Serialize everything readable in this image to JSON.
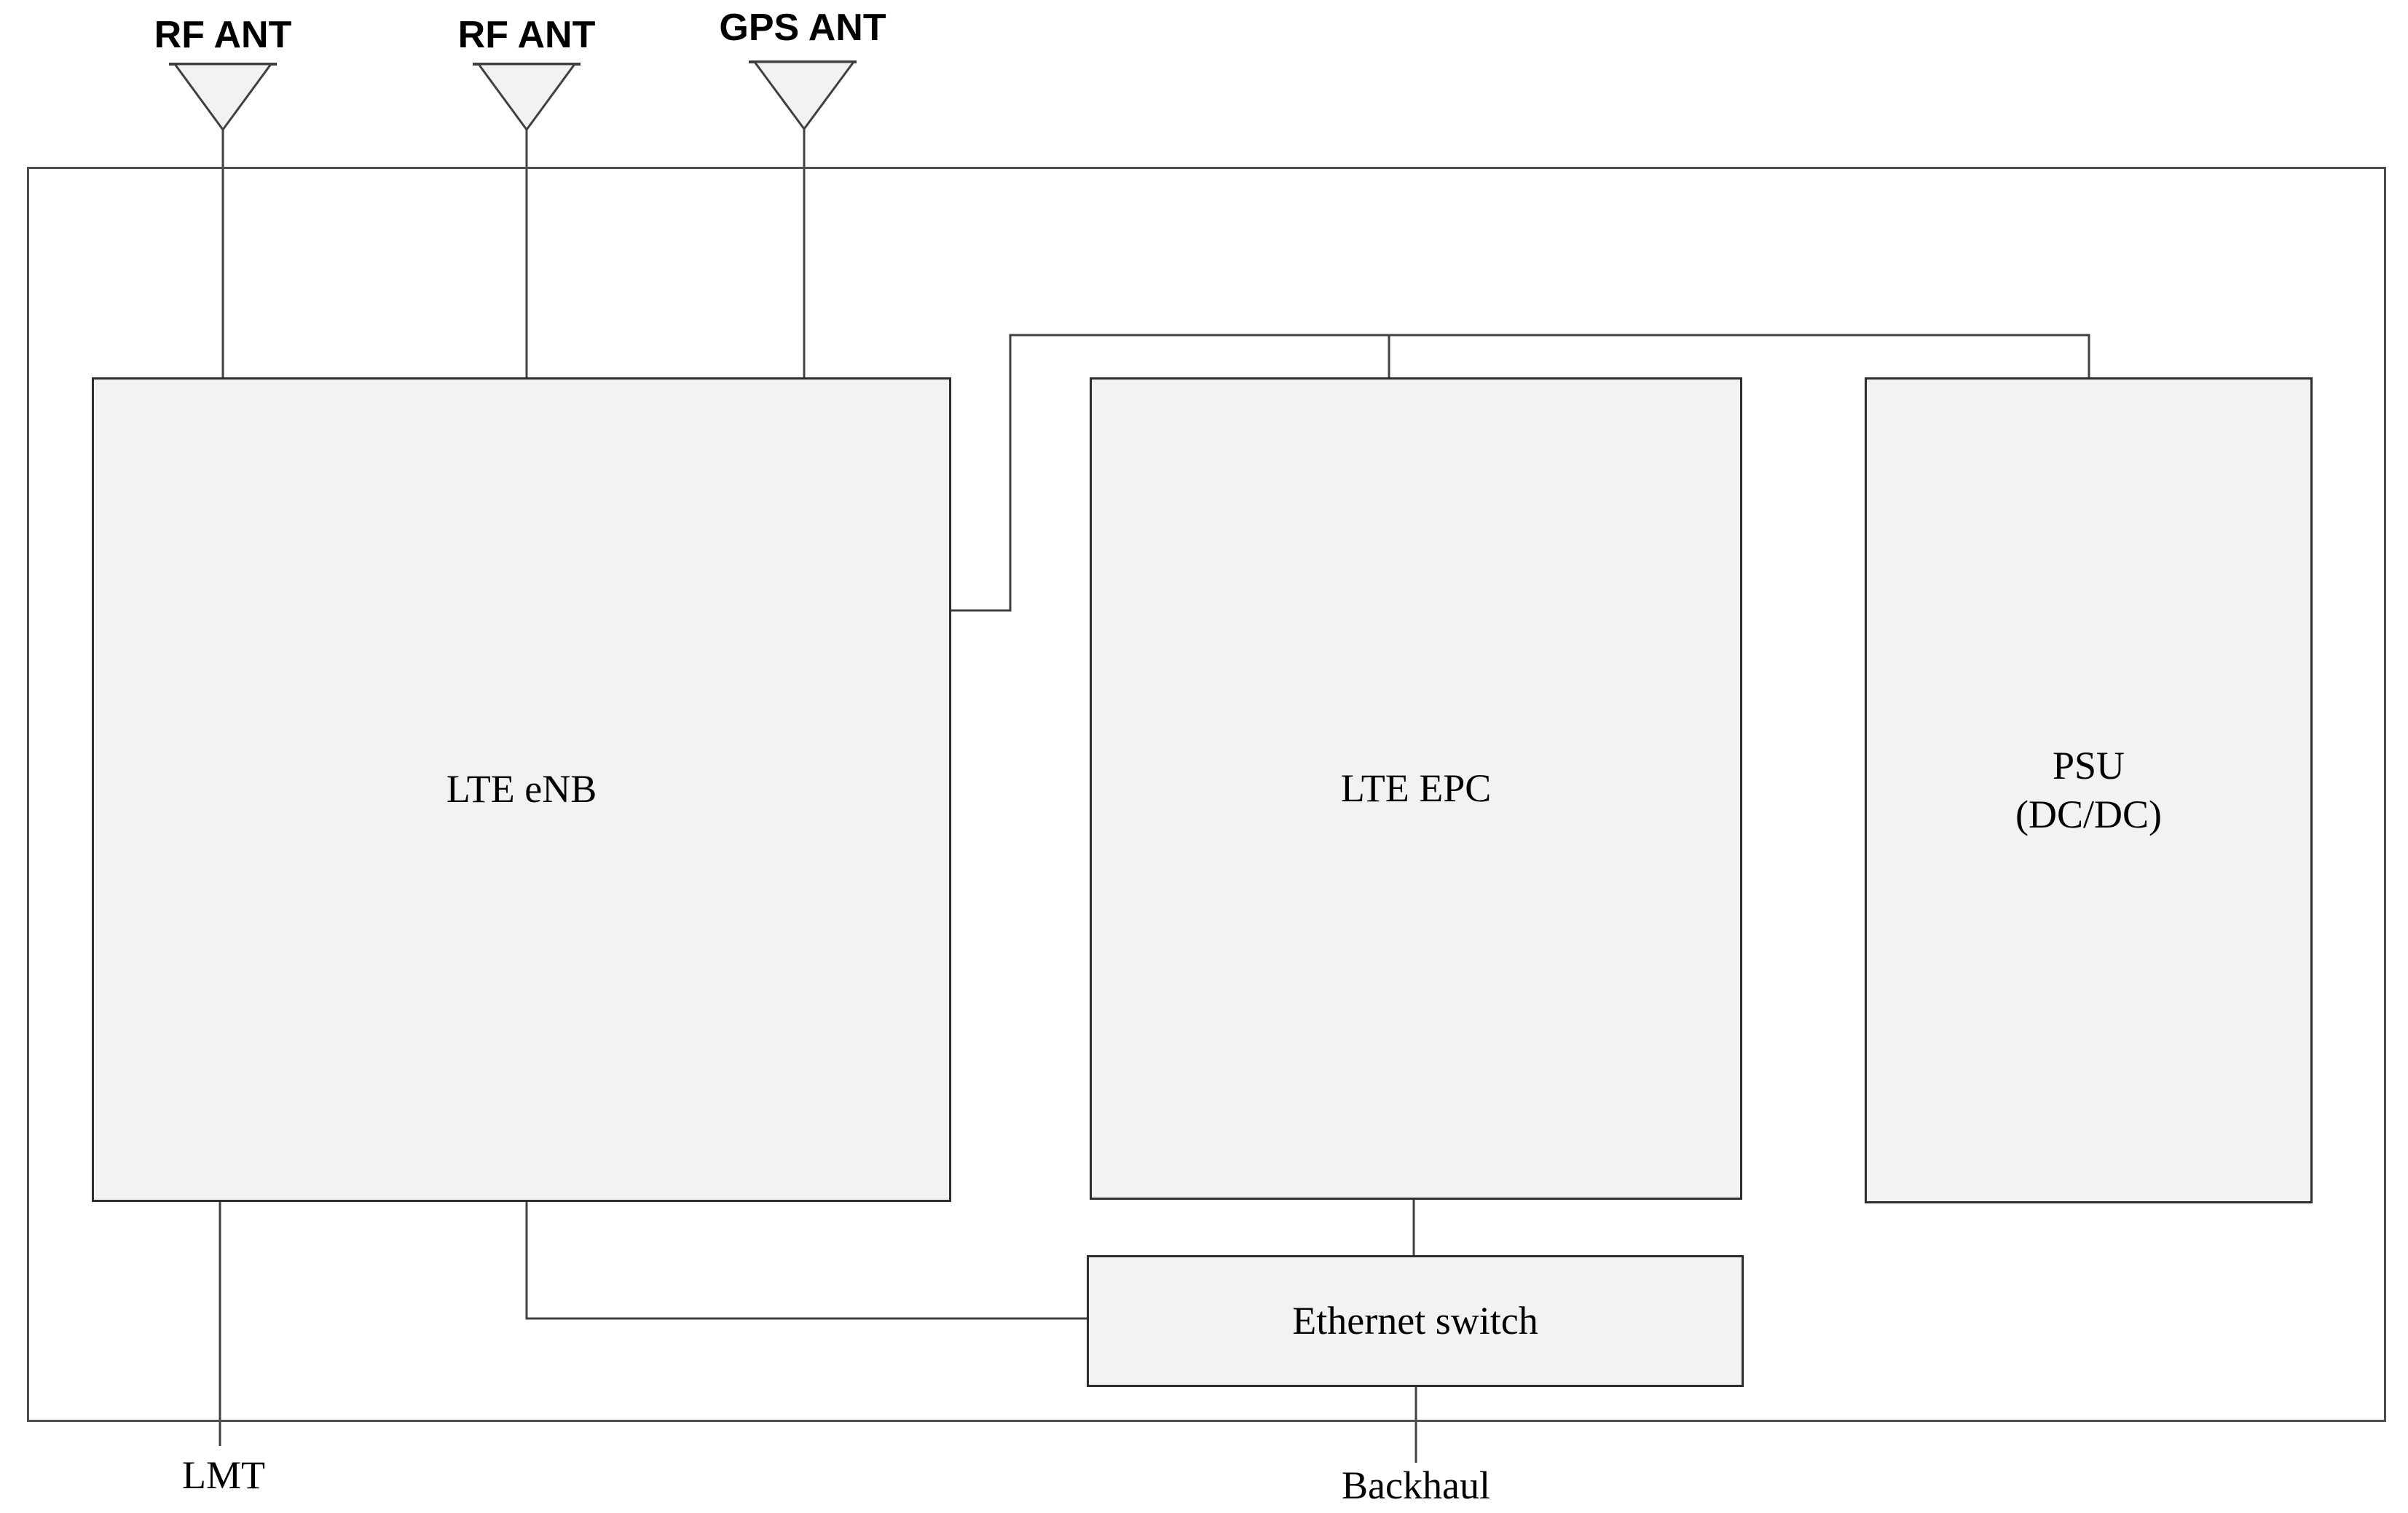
{
  "diagram": {
    "antennas": [
      {
        "label": "RF ANT"
      },
      {
        "label": "RF ANT"
      },
      {
        "label": "GPS ANT"
      }
    ],
    "blocks": {
      "lte_enb": {
        "label": "LTE eNB"
      },
      "lte_epc": {
        "label": "LTE EPC"
      },
      "psu": {
        "label_line1": "PSU",
        "label_line2": "(DC/DC)"
      },
      "ethernet_switch": {
        "label": "Ethernet switch"
      }
    },
    "ports": {
      "lmt": {
        "label": "LMT"
      },
      "backhaul": {
        "label": "Backhaul"
      }
    },
    "colors": {
      "background": "#ffffff",
      "block_fill": "#f2f2f2",
      "block_border": "#2e2e2e",
      "enclosure_border": "#4f4f4f",
      "line": "#404040",
      "text": "#000000"
    }
  }
}
